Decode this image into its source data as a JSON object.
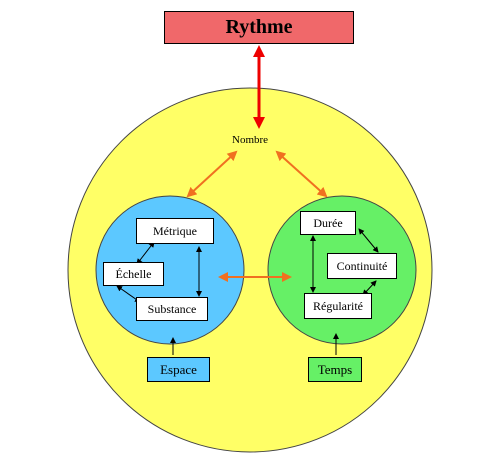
{
  "title": "Rythme",
  "center_label": "Nombre",
  "left_group": {
    "nodes": {
      "metrique": "Métrique",
      "echelle": "Échelle",
      "substance": "Substance"
    },
    "base": "Espace"
  },
  "right_group": {
    "nodes": {
      "duree": "Durée",
      "continuite": "Continuité",
      "regularite": "Régularité"
    },
    "base": "Temps"
  },
  "colors": {
    "outer_circle": "#ffff66",
    "left_circle": "#5cc8ff",
    "right_circle": "#66f066",
    "title_fill": "#f0686a",
    "main_arrow": "#ee0000",
    "link_arrow": "#f07020",
    "inner_arrow": "#000000"
  }
}
